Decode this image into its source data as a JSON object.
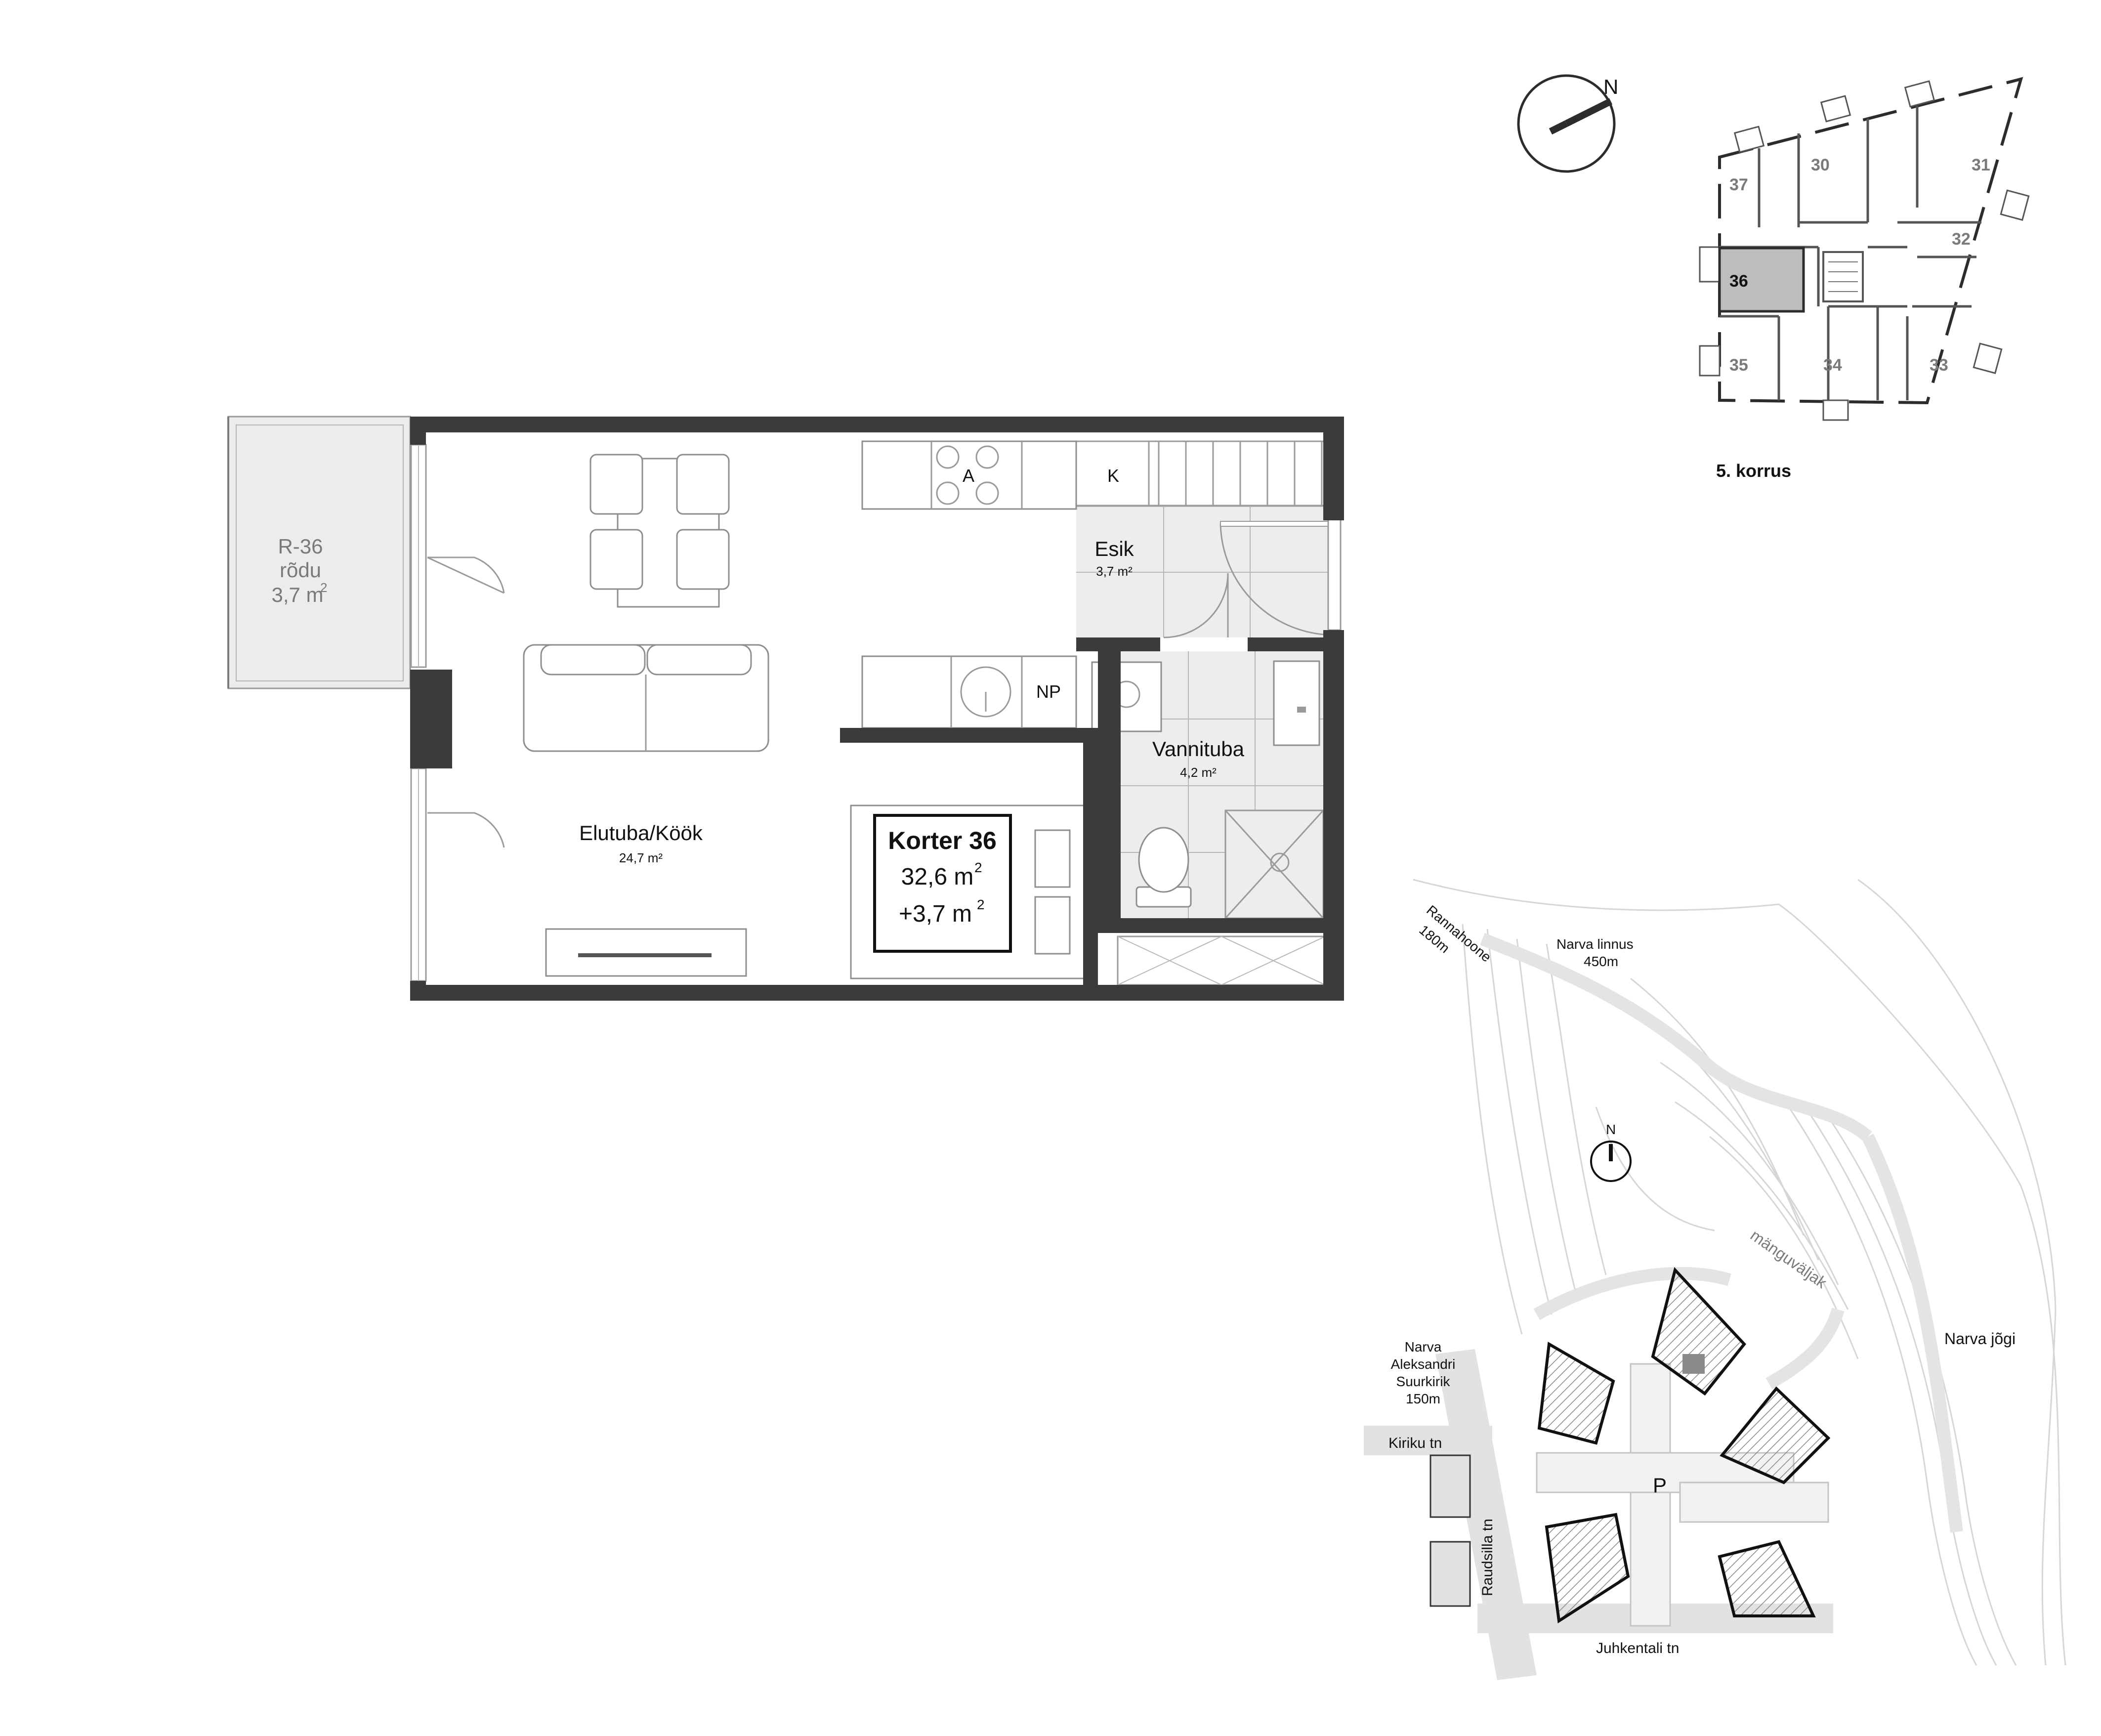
{
  "apartment": {
    "title": "Korter 36",
    "area": "32,6 m",
    "area_extra": "+3,7 m",
    "sup": "2"
  },
  "rooms": {
    "balcony": {
      "id": "R-36",
      "name": "rõdu",
      "area": "3,7 m",
      "sup": "2"
    },
    "living": {
      "name": "Elutuba/Köök",
      "area": "24,7 m²"
    },
    "hall": {
      "name": "Esik",
      "area": "3,7 m²"
    },
    "bath": {
      "name": "Vannituba",
      "area": "4,2 m²"
    }
  },
  "fixtures": {
    "stove": "A",
    "wardrobe": "K",
    "dishwasher": "NP"
  },
  "compass": {
    "north": "N"
  },
  "floor_key": {
    "label": "5. korrus",
    "units": [
      "37",
      "30",
      "31",
      "32",
      "36",
      "35",
      "34",
      "33"
    ],
    "highlighted": "36"
  },
  "site_map": {
    "north": "N",
    "parking": "P",
    "streets": [
      "Kiriku tn",
      "Raudsilla tn",
      "Juhkentali tn"
    ],
    "playground": "mänguväljak",
    "river": "Narva jõgi",
    "directions": {
      "beach": [
        "Rannahoone",
        "180m"
      ],
      "castle": [
        "Narva linnus",
        "450m"
      ],
      "church": [
        "Narva",
        "Aleksandri",
        "Suurkirik",
        "150m"
      ]
    }
  }
}
